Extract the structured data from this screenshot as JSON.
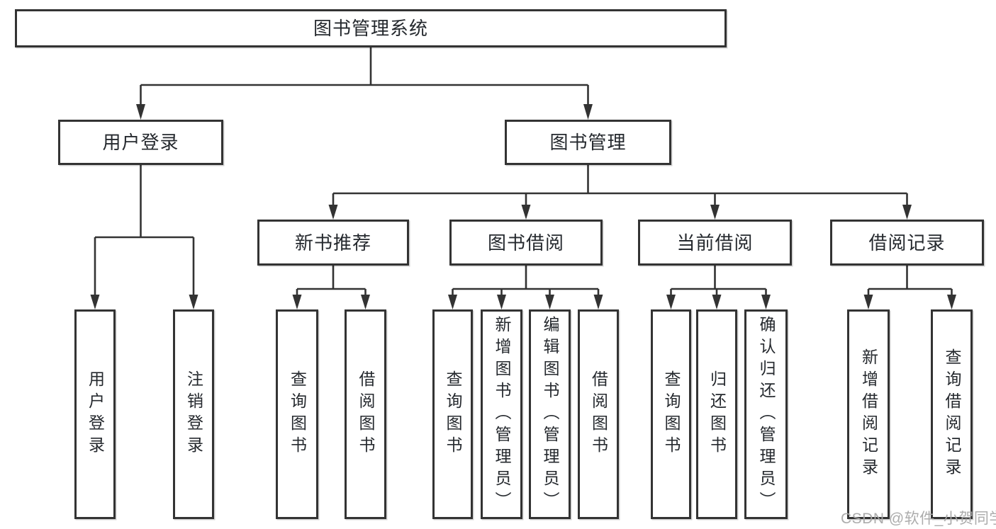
{
  "diagram": {
    "root": {
      "label": "图书管理系统"
    },
    "branches": [
      {
        "label": "用户登录",
        "children": [
          "用户登录",
          "注销登录"
        ]
      },
      {
        "label": "图书管理",
        "sections": [
          {
            "label": "新书推荐",
            "children": [
              "查询图书",
              "借阅图书"
            ]
          },
          {
            "label": "图书借阅",
            "children": [
              "查询图书",
              "新增图书（管理员）",
              "编辑图书（管理员）",
              "借阅图书"
            ]
          },
          {
            "label": "当前借阅",
            "children": [
              "查询图书",
              "归还图书",
              "确认归还（管理员）"
            ]
          },
          {
            "label": "借阅记录",
            "children": [
              "新增借阅记录",
              "查询借阅记录"
            ]
          }
        ]
      }
    ],
    "line_color": "#333333",
    "watermark": "CSDN @软件_小贺同学"
  }
}
